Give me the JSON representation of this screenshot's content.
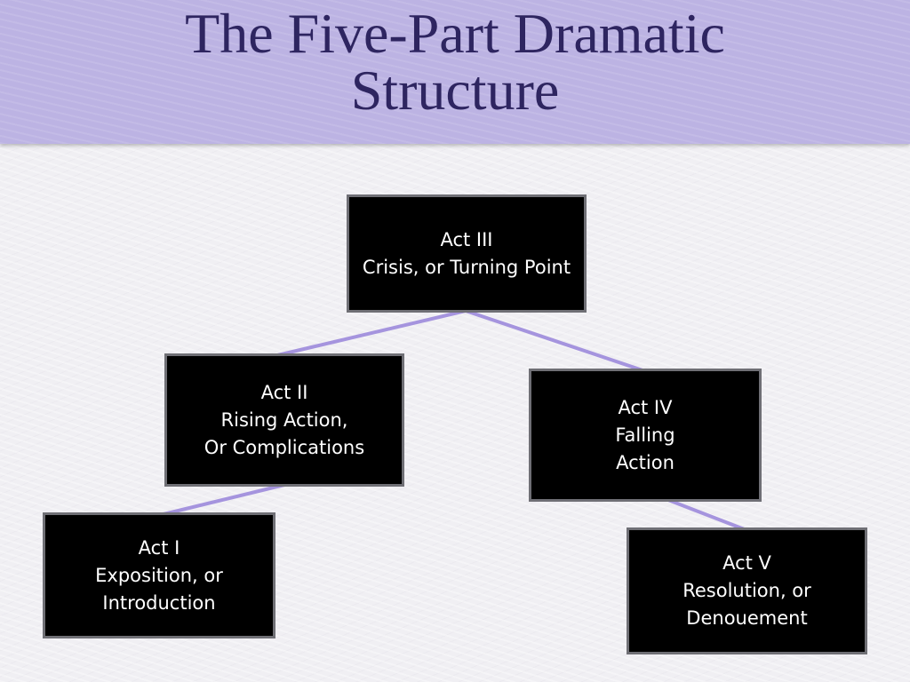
{
  "title": {
    "line1": "The Five-Part Dramatic",
    "line2": "Structure"
  },
  "colors": {
    "title_band": "#bcb3e3",
    "title_text": "#2e2560",
    "box_fill": "#000000",
    "box_border": "#6f6f75",
    "box_text": "#ffffff",
    "connector": "#a594de"
  },
  "acts": [
    {
      "id": "act1",
      "lines": [
        "Act I",
        "Exposition, or",
        "Introduction"
      ]
    },
    {
      "id": "act2",
      "lines": [
        "Act II",
        "Rising Action,",
        "Or Complications"
      ]
    },
    {
      "id": "act3",
      "lines": [
        "Act III",
        "Crisis, or Turning Point"
      ]
    },
    {
      "id": "act4",
      "lines": [
        "Act IV",
        "Falling",
        "Action"
      ]
    },
    {
      "id": "act5",
      "lines": [
        "Act V",
        "Resolution, or",
        "Denouement"
      ]
    }
  ],
  "connections": [
    [
      "act1",
      "act2"
    ],
    [
      "act2",
      "act3"
    ],
    [
      "act3",
      "act4"
    ],
    [
      "act4",
      "act5"
    ]
  ]
}
